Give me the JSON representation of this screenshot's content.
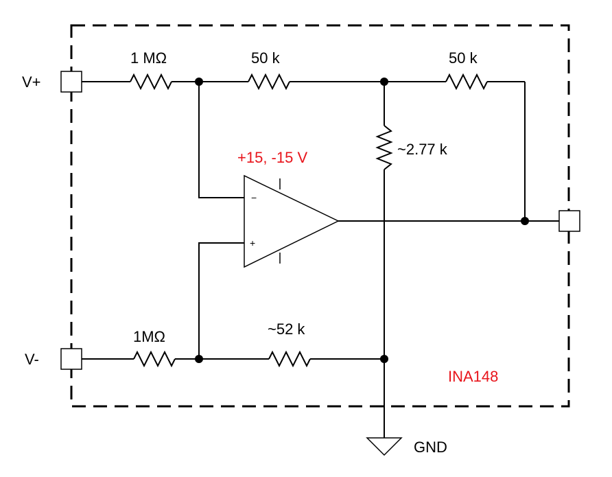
{
  "labels": {
    "vplus": "V+",
    "vminus": "V-",
    "r_top_input": "1 MΩ",
    "r_top_middle": "50 k",
    "r_top_right": "50 k",
    "r_shunt": "~2.77 k",
    "r_bottom_input": "1MΩ",
    "r_bottom_middle": "~52 k",
    "supply": "+15, -15 V",
    "ground": "GND",
    "part": "INA148",
    "pin_inverting": "−",
    "pin_noninverting": "+"
  },
  "colors": {
    "line": "#000000",
    "accent": "#e8141b",
    "background": "#ffffff"
  }
}
